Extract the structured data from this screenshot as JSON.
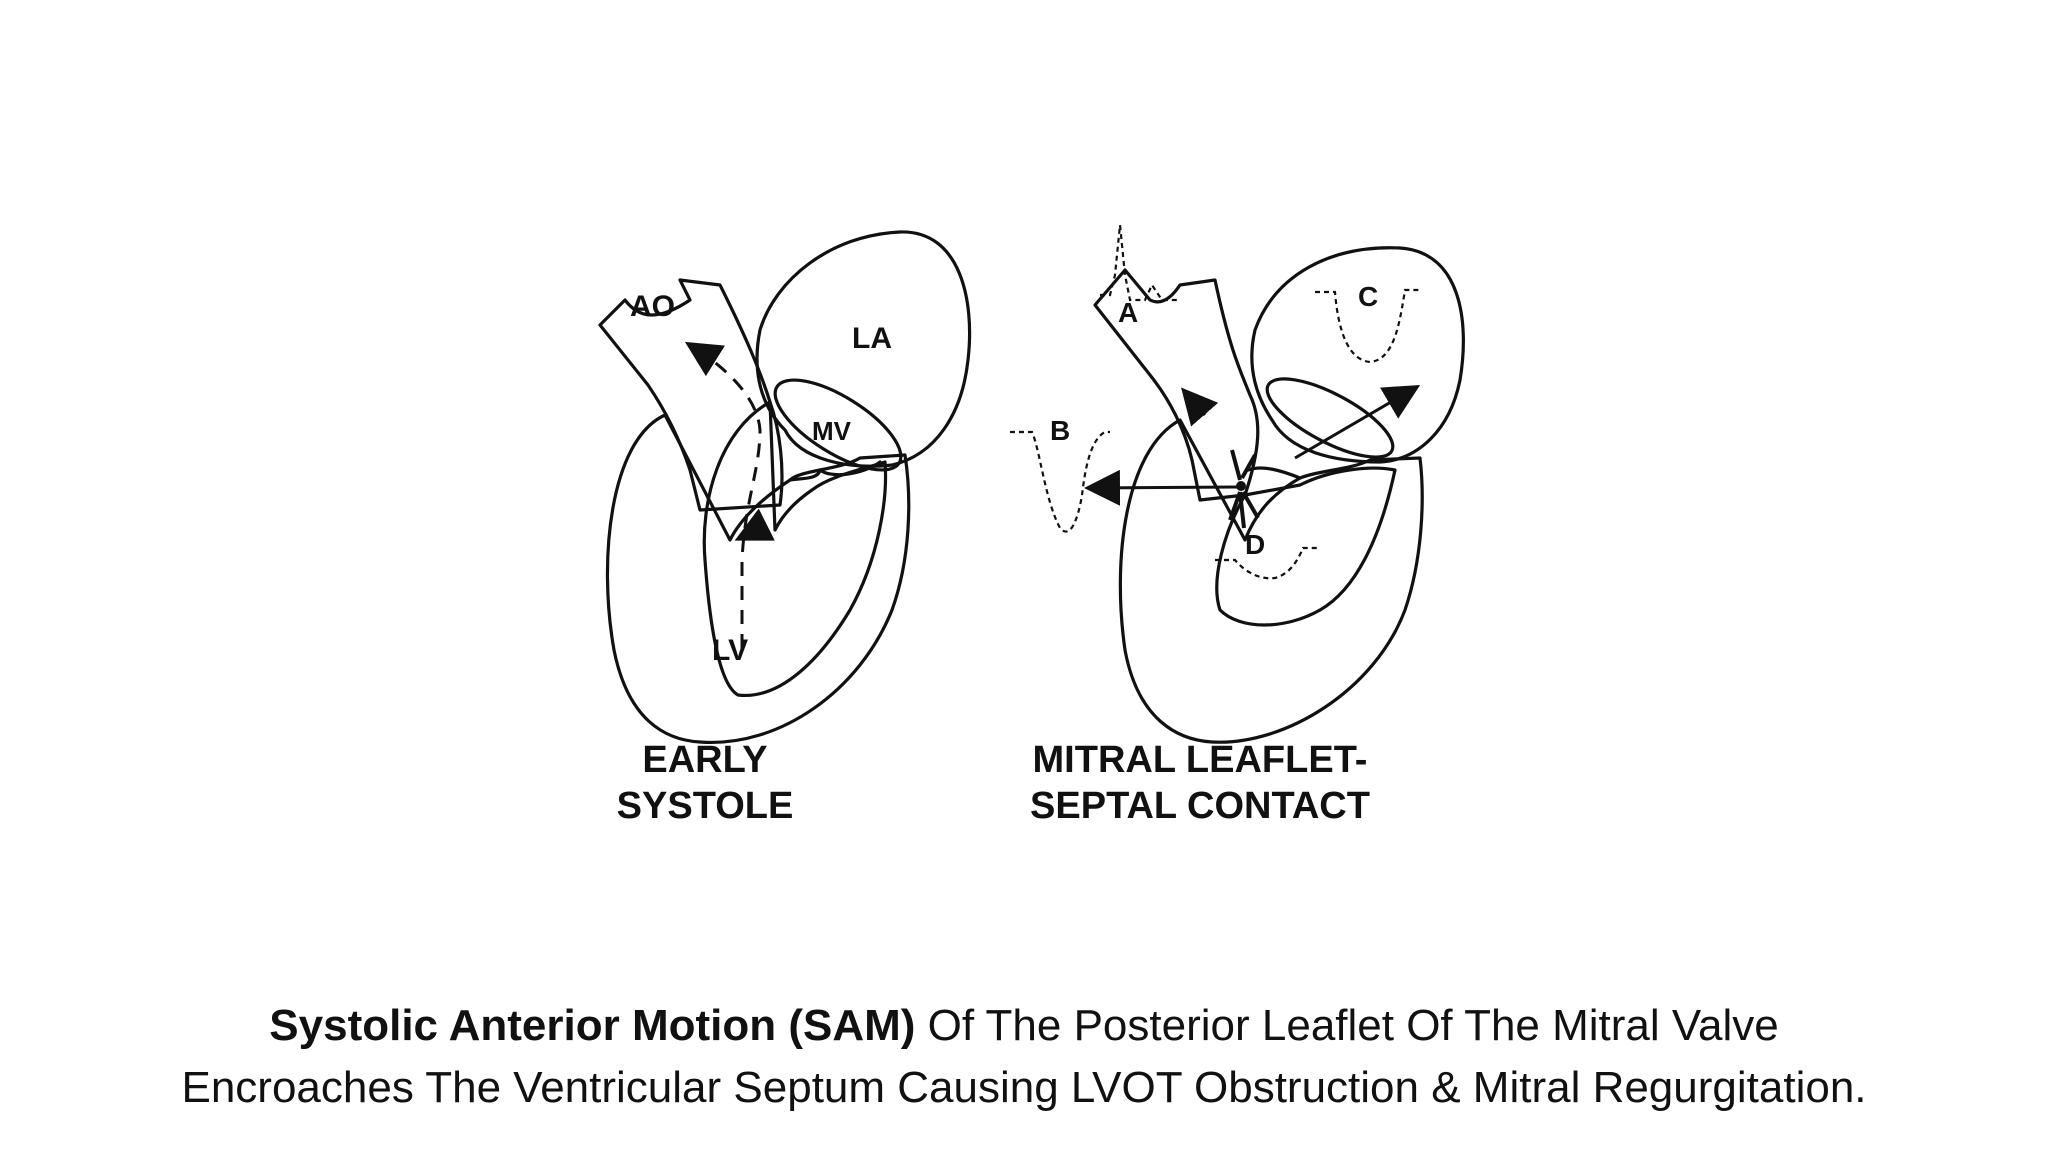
{
  "labels": {
    "ao": "AO",
    "la": "LA",
    "mv": "MV",
    "lv": "LV",
    "a": "A",
    "b": "B",
    "c": "C",
    "d": "D"
  },
  "panels": {
    "left_title_line1": "EARLY",
    "left_title_line2": "SYSTOLE",
    "right_title_line1": "MITRAL LEAFLET-",
    "right_title_line2": "SEPTAL CONTACT"
  },
  "caption": {
    "bold": "Systolic Anterior Motion (SAM)",
    "line1_rest": " Of The Posterior Leaflet Of The Mitral Valve",
    "line2": "Encroaches The Ventricular Septum Causing LVOT Obstruction & Mitral Regurgitation."
  }
}
